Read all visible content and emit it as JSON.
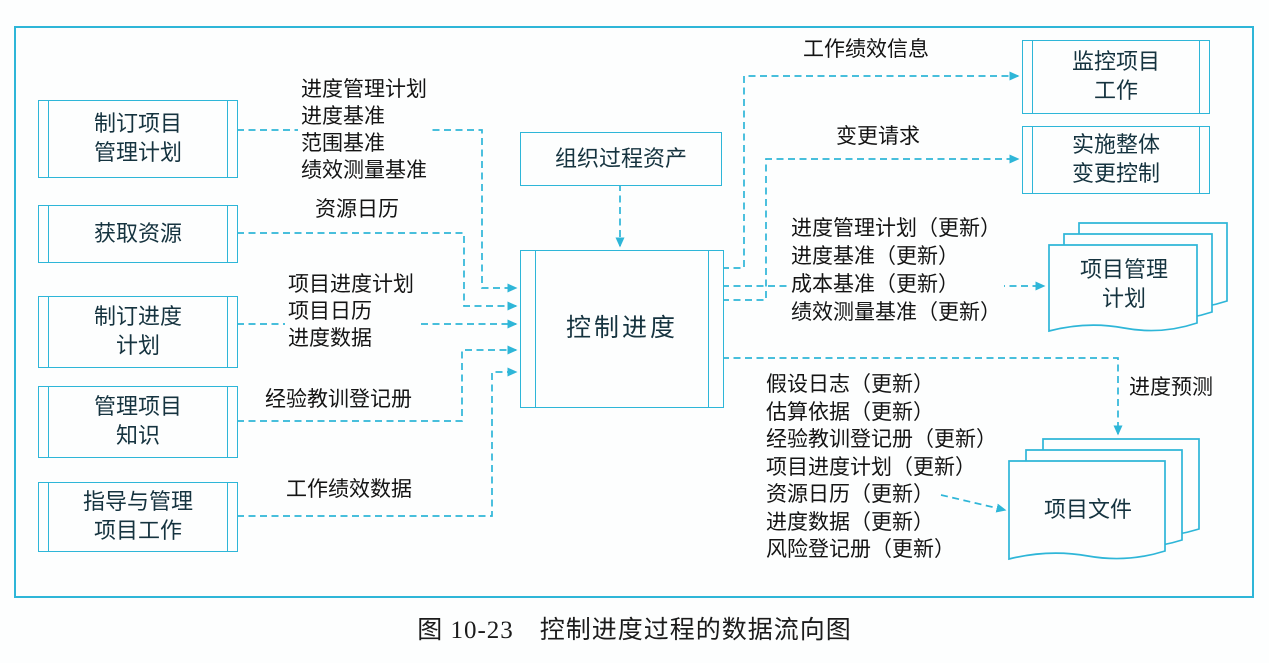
{
  "caption": "图 10-23　控制进度过程的数据流向图",
  "colors": {
    "accent": "#2eb6d8",
    "ink": "#15333f",
    "label": "#141414",
    "bg": "#fdfefe"
  },
  "nodes": {
    "left": [
      {
        "label": "制订项目\n管理计划"
      },
      {
        "label": "获取资源"
      },
      {
        "label": "制订进度\n计划"
      },
      {
        "label": "管理项目\n知识"
      },
      {
        "label": "指导与管理\n项目工作"
      }
    ],
    "opa": {
      "label": "组织过程资产"
    },
    "control": {
      "label": "控制进度"
    },
    "right": [
      {
        "label": "监控项目\n工作"
      },
      {
        "label": "实施整体\n变更控制"
      }
    ],
    "docs": [
      {
        "label": "项目管理\n计划"
      },
      {
        "label": "项目文件"
      }
    ]
  },
  "labels": {
    "inputs": [
      "进度管理计划\n进度基准\n范围基准\n绩效测量基准",
      "资源日历",
      "项目进度计划\n项目日历\n进度数据",
      "经验教训登记册",
      "工作绩效数据"
    ],
    "outputs": [
      "工作绩效信息",
      "变更请求",
      "进度管理计划（更新）\n进度基准（更新）\n成本基准（更新）\n绩效测量基准（更新）",
      "假设日志（更新）\n估算依据（更新）\n经验教训登记册（更新）\n项目进度计划（更新）\n资源日历（更新）\n进度数据（更新）\n风险登记册（更新）",
      "进度预测"
    ]
  }
}
